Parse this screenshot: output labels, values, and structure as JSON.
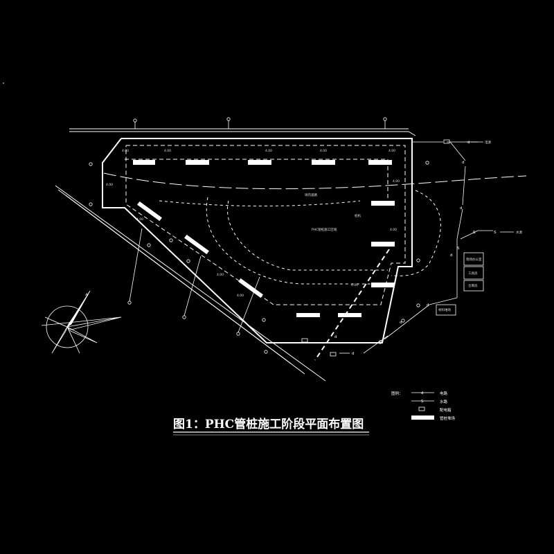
{
  "title": "图1：PHC管桩施工阶段平面布置图",
  "colors": {
    "background": "#000000",
    "lines": "#ffffff",
    "text": "#ffffff"
  },
  "legend": {
    "heading": "图例：",
    "items": [
      {
        "symbol": "d",
        "label": "电路"
      },
      {
        "symbol": "S",
        "label": "水路"
      },
      {
        "symbol": "",
        "label": "配电箱"
      },
      {
        "symbol": "",
        "label": "管桩堆场"
      }
    ]
  },
  "buildings": {
    "office": "现场办公室",
    "tools": "工具房",
    "warehouse": "仓库房",
    "material": "材料堆场"
  },
  "annotations": {
    "power_source": "电源",
    "water_source": "水源",
    "road": "场内道路",
    "pile_area": "PHC管桩施工区域",
    "pile_machine": "桩机",
    "level_labels": [
      "4.00",
      "4.00",
      "4.00",
      "4.00",
      "4.00",
      "4.00",
      "4.00",
      "4.00",
      "4.00",
      "4.00",
      "4.00",
      "4.00"
    ]
  },
  "symbols": {
    "d": "d",
    "s": "S",
    "north": "N"
  },
  "icons": {
    "compass": "north-arrow-icon"
  }
}
